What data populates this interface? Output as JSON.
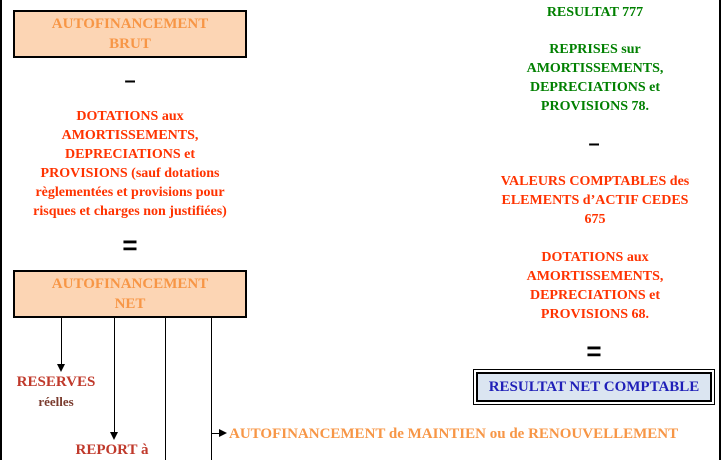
{
  "left": {
    "af_brut": [
      "AUTOFINANCEMENT",
      "BRUT"
    ],
    "minus": "–",
    "dotations": [
      "DOTATIONS aux",
      "AMORTISSEMENTS,",
      "DEPRECIATIONS et",
      "PROVISIONS (sauf dotations",
      "règlementées et provisions pour",
      "risques et charges non justifiées)"
    ],
    "equals": "=",
    "af_net": [
      "AUTOFINANCEMENT",
      "NET"
    ],
    "reserves": "RESERVES",
    "reserves_sub": "réelles",
    "report": "REPORT à"
  },
  "right": {
    "resultat": "RESULTAT 777",
    "reprises": [
      "REPRISES sur",
      "AMORTISSEMENTS,",
      "DEPRECIATIONS et",
      "PROVISIONS 78."
    ],
    "minus": "–",
    "valeurs": [
      "VALEURS COMPTABLES des",
      "ELEMENTS d’ACTIF CEDES",
      "675"
    ],
    "dotations": [
      "DOTATIONS aux",
      "AMORTISSEMENTS,",
      "DEPRECIATIONS et",
      "PROVISIONS 68."
    ],
    "equals": "=",
    "resultat_net": "RESULTAT NET COMPTABLE"
  },
  "bottom": {
    "af_maintien": "AUTOFINANCEMENT de MAINTIEN ou de RENOUVELLEMENT"
  }
}
